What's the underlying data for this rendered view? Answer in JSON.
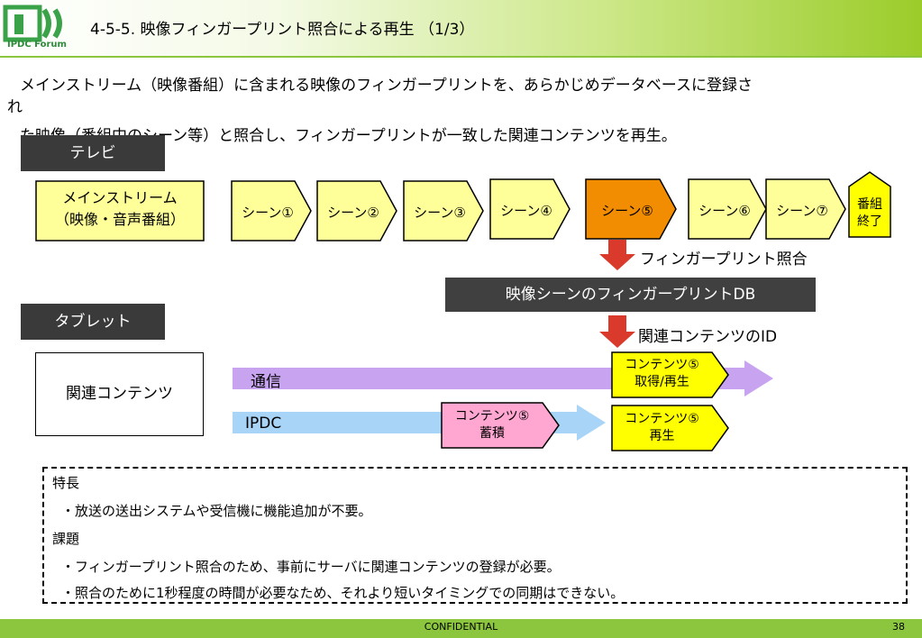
{
  "header": {
    "logo_text": "IPDC Forum",
    "title": "4-5-5. 映像フィンガープリント照合による再生 （1/3）"
  },
  "intro": {
    "line1": "メインストリーム（映像番組）に含まれる映像のフィンガープリントを、あらかじめデータベースに登録さ",
    "line2": "れ",
    "line3": "た映像（番組中のシーン等）と照合し、フィンガープリントが一致した関連コンテンツを再生。"
  },
  "tv_label": "テレビ",
  "mainstream": {
    "line1": "メインストリーム",
    "line2": "（映像・音声番組）"
  },
  "scenes": [
    "シーン①",
    "シーン②",
    "シーン③",
    "シーン④",
    "シーン⑤",
    "シーン⑥",
    "シーン⑦"
  ],
  "program_end": {
    "line1": "番組",
    "line2": "終了"
  },
  "fingerprint_match": "フィンガープリント照合",
  "db_label": "映像シーンのフィンガープリントDB",
  "tablet_label": "タブレット",
  "related_id": "関連コンテンツのID",
  "related_box": "関連コンテンツ",
  "comm_label": "通信",
  "ipdc_label": "IPDC",
  "content_fetch": {
    "line1": "コンテンツ⑤",
    "line2": "取得/再生"
  },
  "content_store": {
    "line1": "コンテンツ⑤",
    "line2": "蓄積"
  },
  "content_play": {
    "line1": "コンテンツ⑤",
    "line2": "再生"
  },
  "features": {
    "heading1": "特長",
    "item1": "・放送の送出システムや受信機に機能追加が不要。",
    "heading2": "課題",
    "item2": "・フィンガープリント照合のため、事前にサーバに関連コンテンツの登録が必要。",
    "item3": "・照合のために1秒程度の時間が必要なため、それより短いタイミングでの同期はできない。"
  },
  "footer": {
    "text": "CONFIDENTIAL",
    "page": "38"
  },
  "colors": {
    "green": "#8cc63f",
    "scene_fill": "#ffff99",
    "scene_highlight": "#f28c00",
    "arrow_red": "#d93a2b",
    "comm_arrow": "#c7a3f0",
    "ipdc_arrow": "#a8d4f7",
    "store_fill": "#ffa6d1",
    "yellow_fill": "#ffff00"
  }
}
